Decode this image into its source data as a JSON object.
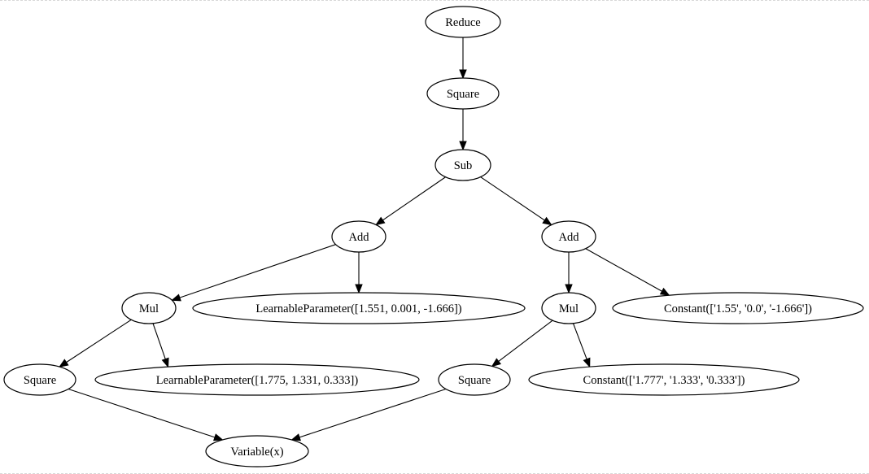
{
  "graph": {
    "nodes": [
      {
        "id": "reduce",
        "label": "Reduce"
      },
      {
        "id": "square_top",
        "label": "Square"
      },
      {
        "id": "sub",
        "label": "Sub"
      },
      {
        "id": "add_left",
        "label": "Add"
      },
      {
        "id": "add_right",
        "label": "Add"
      },
      {
        "id": "mul_left",
        "label": "Mul"
      },
      {
        "id": "lp_left",
        "label": "LearnableParameter([1.551, 0.001, -1.666])"
      },
      {
        "id": "mul_right",
        "label": "Mul"
      },
      {
        "id": "const_right",
        "label": "Constant(['1.55', '0.0', '-1.666'])"
      },
      {
        "id": "square_left",
        "label": "Square"
      },
      {
        "id": "lp_lower",
        "label": "LearnableParameter([1.775, 1.331, 0.333])"
      },
      {
        "id": "square_right",
        "label": "Square"
      },
      {
        "id": "const_lower",
        "label": "Constant(['1.777', '1.333', '0.333'])"
      },
      {
        "id": "variable",
        "label": "Variable(x)"
      }
    ],
    "edges": [
      {
        "from": "reduce",
        "to": "square_top"
      },
      {
        "from": "square_top",
        "to": "sub"
      },
      {
        "from": "sub",
        "to": "add_left"
      },
      {
        "from": "sub",
        "to": "add_right"
      },
      {
        "from": "add_left",
        "to": "mul_left"
      },
      {
        "from": "add_left",
        "to": "lp_left"
      },
      {
        "from": "add_right",
        "to": "mul_right"
      },
      {
        "from": "add_right",
        "to": "const_right"
      },
      {
        "from": "mul_left",
        "to": "square_left"
      },
      {
        "from": "mul_left",
        "to": "lp_lower"
      },
      {
        "from": "mul_right",
        "to": "square_right"
      },
      {
        "from": "mul_right",
        "to": "const_lower"
      },
      {
        "from": "square_left",
        "to": "variable"
      },
      {
        "from": "square_right",
        "to": "variable"
      }
    ]
  }
}
